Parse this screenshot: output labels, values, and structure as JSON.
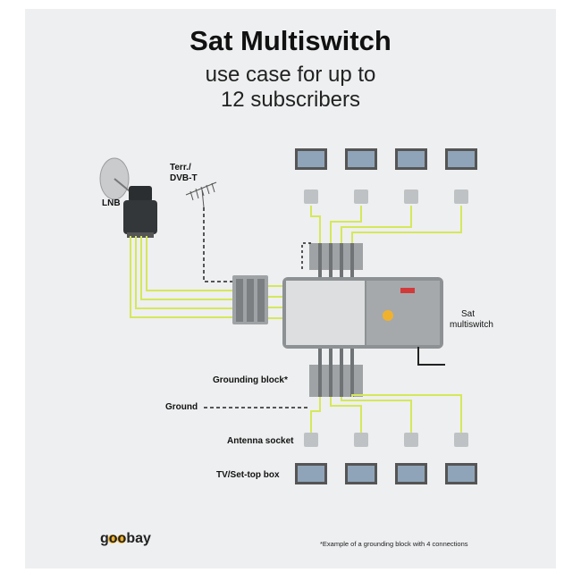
{
  "title": "Sat Multiswitch",
  "subtitle_line1": "use case for up to",
  "subtitle_line2": "12 subscribers",
  "labels": {
    "lnb": "LNB",
    "terr_line1": "Terr./",
    "terr_line2": "DVB-T",
    "sat_line1": "Sat",
    "sat_line2": "multiswitch",
    "grounding_block": "Grounding block*",
    "ground": "Ground",
    "antenna_socket": "Antenna socket",
    "tv_box": "TV/Set-top box"
  },
  "brand": "goobay",
  "footnote": "*Example of a grounding block with 4 connections",
  "colors": {
    "cable": "#d5e85a",
    "background": "#eeeff0",
    "device": "#8d9194"
  }
}
